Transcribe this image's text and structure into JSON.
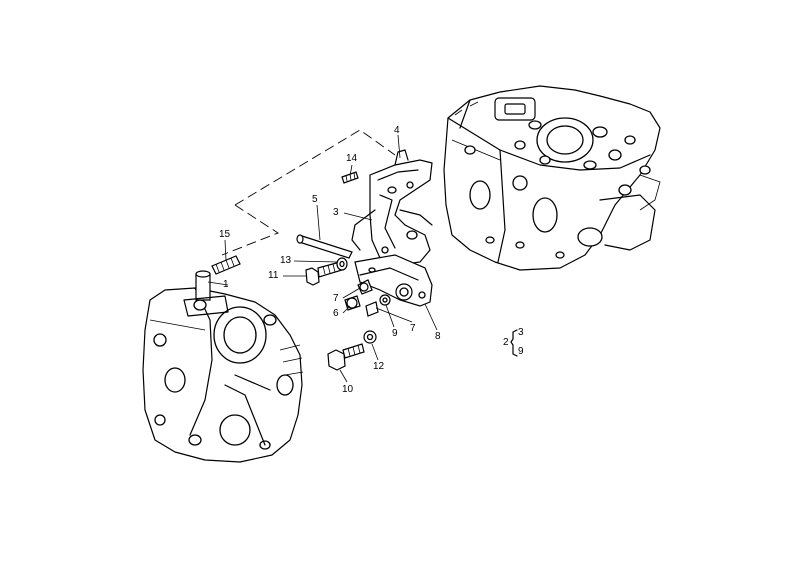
{
  "diagram": {
    "callouts": [
      {
        "id": "4",
        "text": "4"
      },
      {
        "id": "14",
        "text": "14"
      },
      {
        "id": "5",
        "text": "5"
      },
      {
        "id": "3",
        "text": "3"
      },
      {
        "id": "15",
        "text": "15"
      },
      {
        "id": "13",
        "text": "13"
      },
      {
        "id": "11",
        "text": "11"
      },
      {
        "id": "1",
        "text": "1"
      },
      {
        "id": "7a",
        "text": "7"
      },
      {
        "id": "6",
        "text": "6"
      },
      {
        "id": "9",
        "text": "9"
      },
      {
        "id": "7b",
        "text": "7"
      },
      {
        "id": "8",
        "text": "8"
      },
      {
        "id": "12",
        "text": "12"
      },
      {
        "id": "10",
        "text": "10"
      }
    ],
    "group_legend": {
      "main": "2",
      "members": [
        "3",
        "9"
      ]
    }
  }
}
